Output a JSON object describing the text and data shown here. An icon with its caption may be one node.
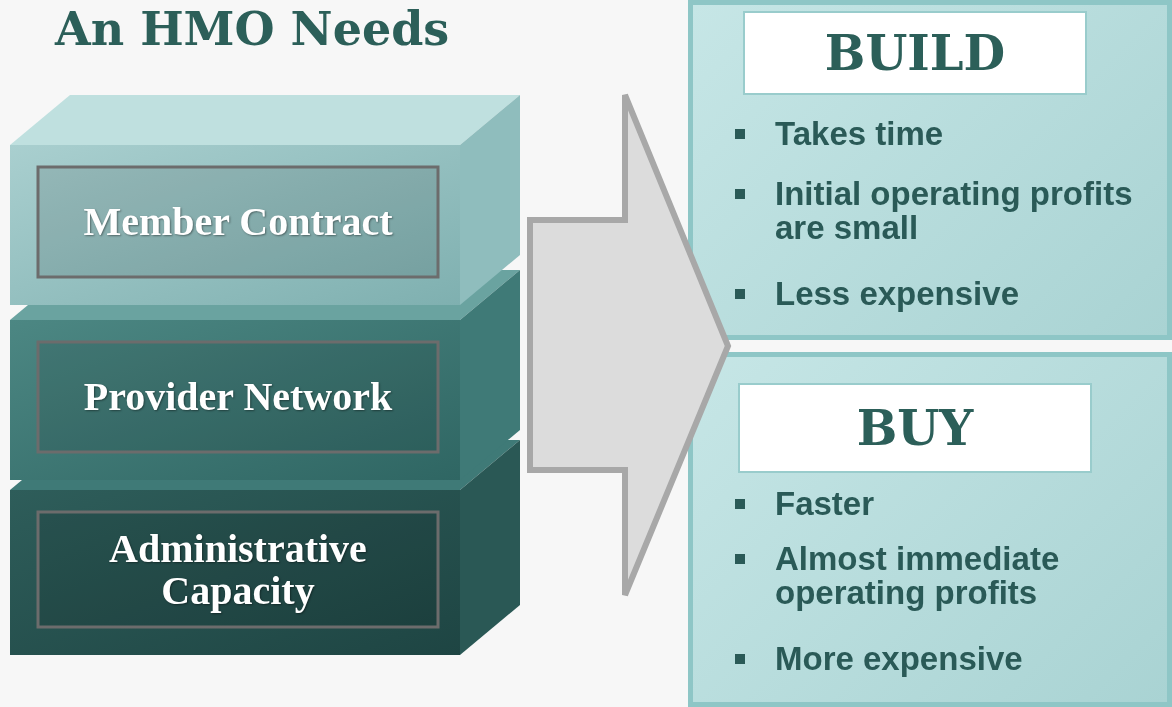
{
  "diagram": {
    "nodes": [
      {
        "text": [
          "An HMO Needs"
        ]
      },
      {
        "text": [
          "Member Contract"
        ],
        "in": 0
      },
      {
        "text": [
          "Provider Network"
        ],
        "in": 0
      },
      {
        "text": [
          "Administrative Capacity"
        ],
        "in": 0
      },
      {
        "text": [
          "BUILD",
          "Takes time",
          "Initial operating profits are small",
          "Less expensive"
        ]
      },
      {
        "text": [
          "BUY",
          "Faster",
          "Almost immediate operating profits",
          "More expensive"
        ]
      }
    ],
    "edges": [
      {
        "from": 0,
        "to": 4,
        "arrow": "to"
      },
      {
        "from": 0,
        "to": 5,
        "arrow": "to"
      }
    ]
  }
}
